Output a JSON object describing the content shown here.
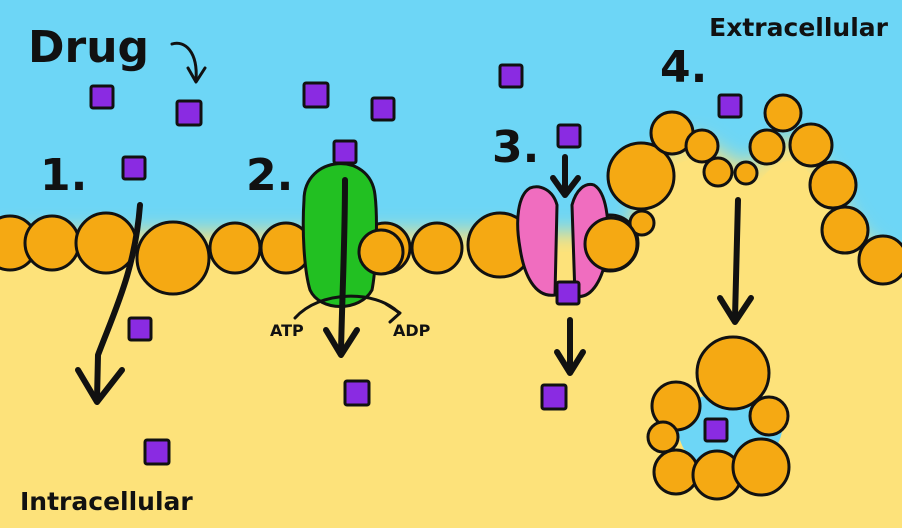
{
  "labels": {
    "drug": "Drug",
    "extracellular": "Extracellular",
    "intracellular": "Intracellular",
    "step1": "1.",
    "step2": "2.",
    "step3": "3.",
    "step4": "4.",
    "atp": "ATP",
    "adp": "ADP"
  },
  "colors": {
    "extracellular": "#6dd6f6",
    "intracellular": "#fde27a",
    "lipid_head": "#f5a913",
    "drug": "#8a2be2",
    "transporter": "#22c022",
    "channel": "#f06dbf",
    "outline": "#111111"
  },
  "icons": {
    "drug_molecule": "purple-square-icon",
    "pump": "green-transporter-icon",
    "channel": "pink-channel-icon",
    "vesicle": "vesicle-icon"
  }
}
